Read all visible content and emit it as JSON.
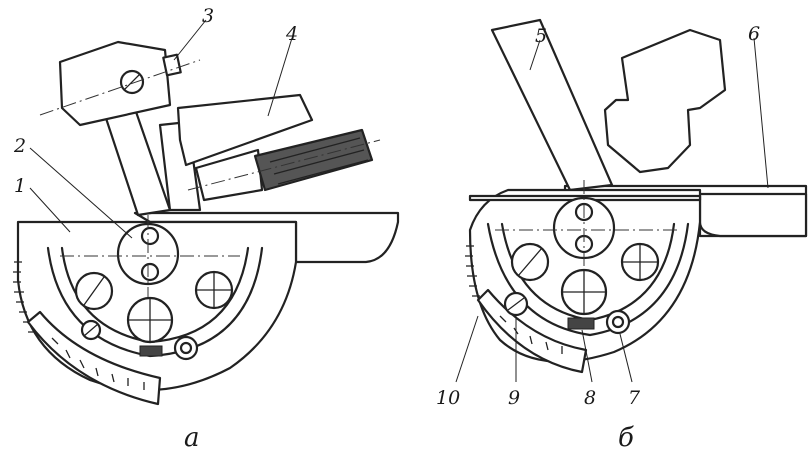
{
  "figure": {
    "callouts": {
      "a": [
        "1",
        "2",
        "3",
        "4"
      ],
      "b": [
        "5",
        "6",
        "7",
        "8",
        "9",
        "10"
      ]
    },
    "captions": {
      "a": "а",
      "b": "б"
    }
  }
}
